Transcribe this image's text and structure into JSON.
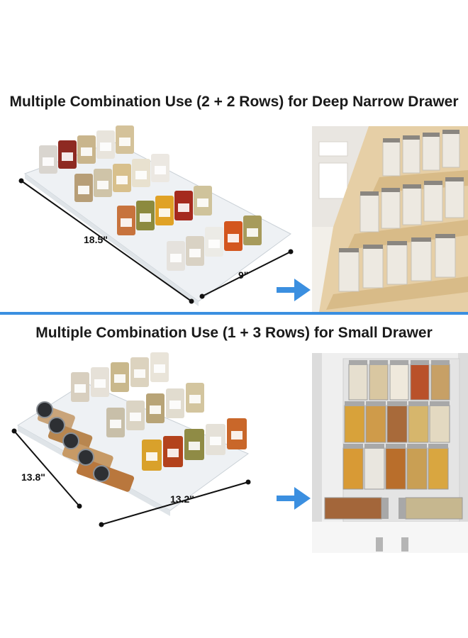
{
  "sections": [
    {
      "heading": "Multiple Combination Use  (2 + 2 Rows) for Deep Narrow Drawer",
      "dimensions": [
        "18.5\"",
        "9\""
      ]
    },
    {
      "heading": "Multiple Combination Use  (1 + 3 Rows) for Small Drawer",
      "dimensions": [
        "13.8\"",
        "13.2\""
      ]
    }
  ],
  "colors": {
    "divider": "#3b8fe0",
    "arrow": "#3b8fe0",
    "shelf_wood": "#e6cfa6",
    "drawer_white": "#f4f4f4"
  }
}
